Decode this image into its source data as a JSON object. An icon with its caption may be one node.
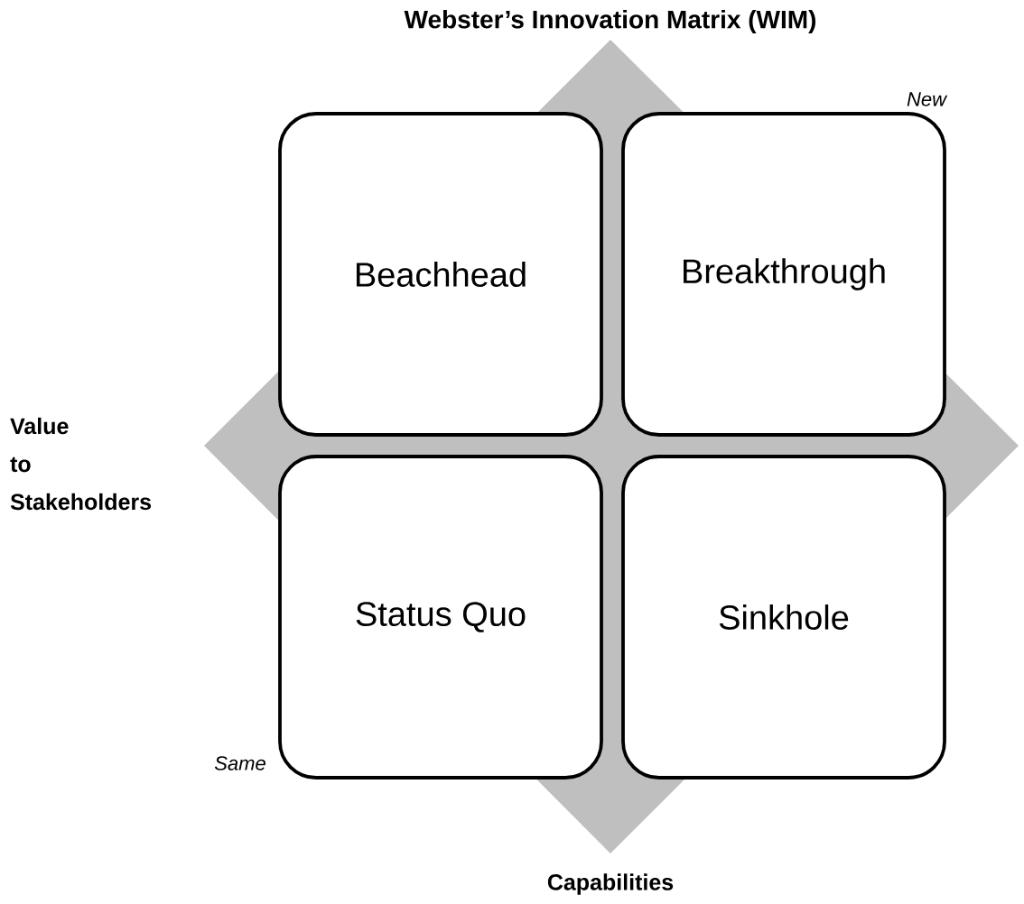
{
  "diagram": {
    "title": "Webster’s Innovation Matrix (WIM)",
    "nodes": [
      {
        "text": [
          "Beachhead"
        ]
      },
      {
        "text": [
          "Breakthrough"
        ]
      },
      {
        "text": [
          "Status Quo"
        ]
      },
      {
        "text": [
          "Sinkhole"
        ]
      }
    ],
    "labels": [
      "New",
      "Value to Stakeholders",
      "Same",
      "Capabilities"
    ]
  }
}
